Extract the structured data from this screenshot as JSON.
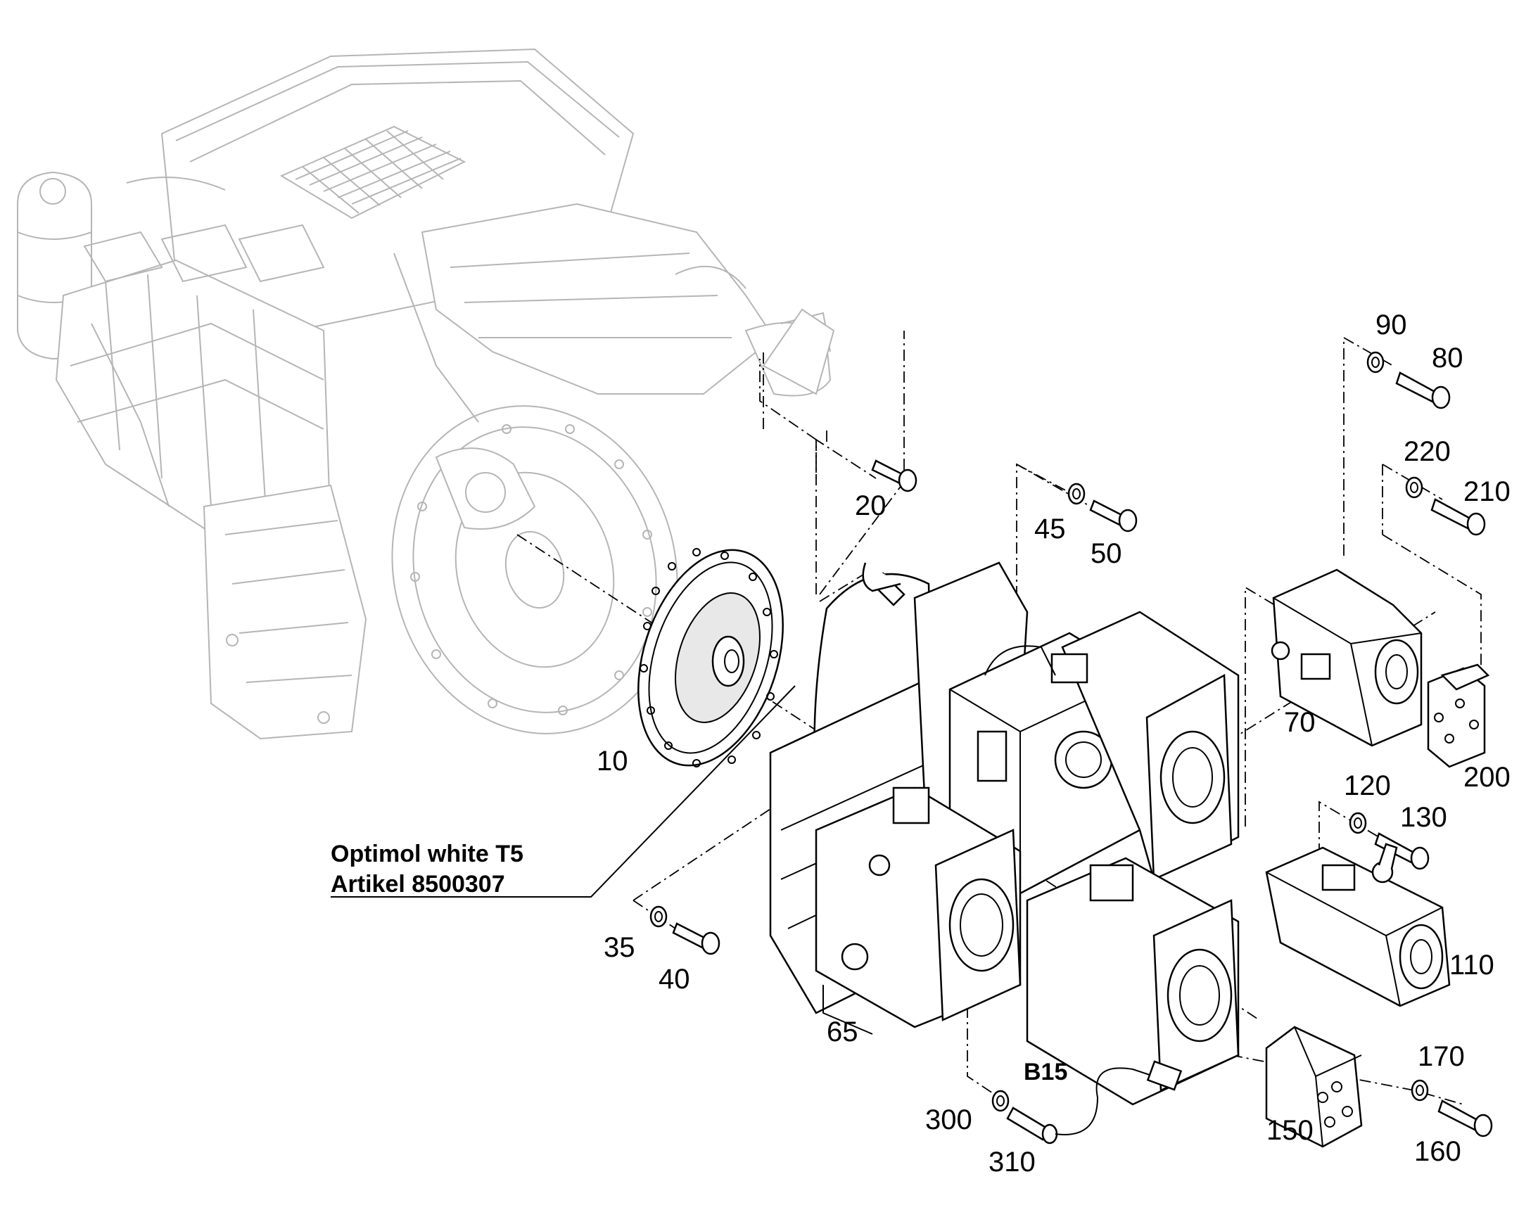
{
  "diagram": {
    "callouts": [
      {
        "id": "10",
        "text": "10"
      },
      {
        "id": "20",
        "text": "20"
      },
      {
        "id": "35",
        "text": "35"
      },
      {
        "id": "40",
        "text": "40"
      },
      {
        "id": "45",
        "text": "45"
      },
      {
        "id": "50",
        "text": "50"
      },
      {
        "id": "65",
        "text": "65"
      },
      {
        "id": "70",
        "text": "70"
      },
      {
        "id": "80",
        "text": "80"
      },
      {
        "id": "90",
        "text": "90"
      },
      {
        "id": "110",
        "text": "110"
      },
      {
        "id": "120",
        "text": "120"
      },
      {
        "id": "130",
        "text": "130"
      },
      {
        "id": "150",
        "text": "150"
      },
      {
        "id": "160",
        "text": "160"
      },
      {
        "id": "170",
        "text": "170"
      },
      {
        "id": "200",
        "text": "200"
      },
      {
        "id": "210",
        "text": "210"
      },
      {
        "id": "220",
        "text": "220"
      },
      {
        "id": "300",
        "text": "300"
      },
      {
        "id": "310",
        "text": "310"
      },
      {
        "id": "B15",
        "text": "B15"
      }
    ],
    "note": {
      "line1": "Optimol white T5",
      "line2": "Artikel 8500307"
    }
  }
}
